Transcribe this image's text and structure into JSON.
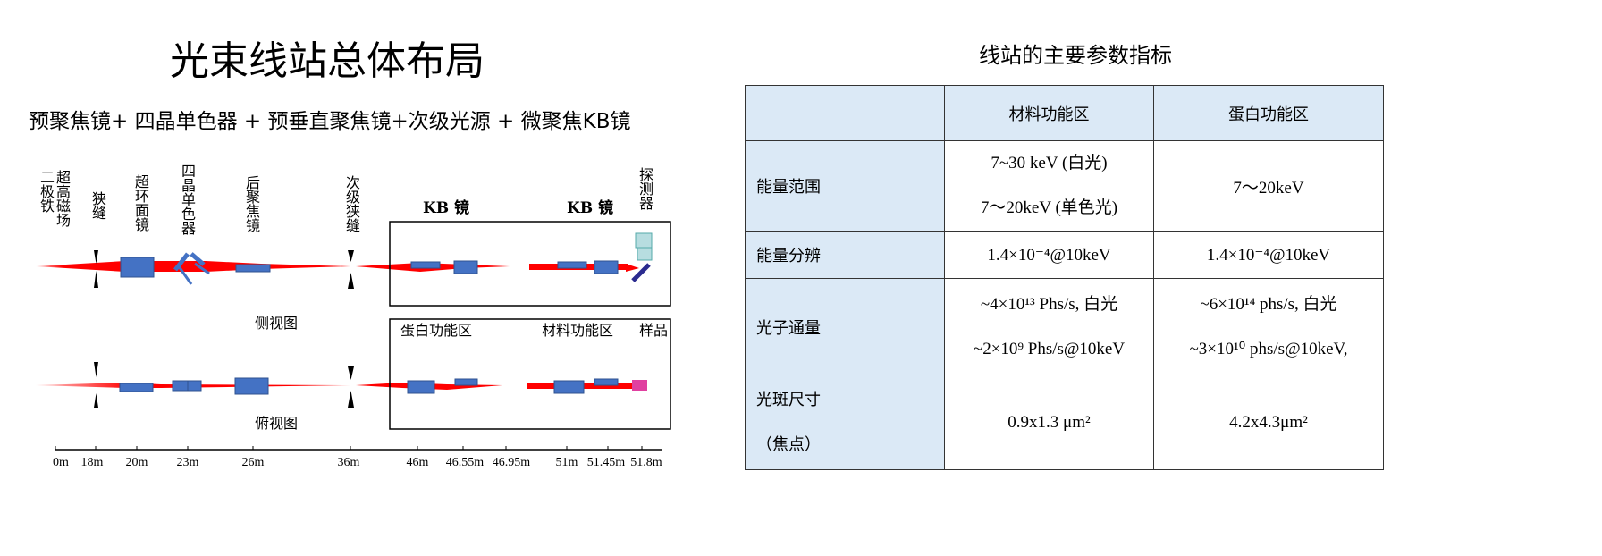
{
  "left": {
    "title": "光束线站总体布局",
    "subtitle": "预聚焦镜+ 四晶单色器 + 预垂直聚焦镜+次级光源 + 微聚焦KB镜",
    "labels": {
      "dipole_1": "超高磁场",
      "dipole_2": "二极铁",
      "slit": "狭缝",
      "toroidal": "超环面镜",
      "mono": "四晶单色器",
      "post_focus": "后聚焦镜",
      "secondary_slit": "次级狭缝",
      "kb1": "KB 镜",
      "kb2": "KB 镜",
      "detector": "探测器",
      "side_view": "侧视图",
      "top_view": "俯视图",
      "protein_zone": "蛋白功能区",
      "material_zone": "材料功能区",
      "sample": "样品"
    },
    "axis_ticks": [
      "0m",
      "18m",
      "20m",
      "23m",
      "26m",
      "36m",
      "46m",
      "46.55m",
      "46.95m",
      "51m",
      "51.45m",
      "51.8m"
    ],
    "colors": {
      "beam": "#ff0000",
      "optic": "#4472c4"
    }
  },
  "right": {
    "title": "线站的主要参数指标",
    "columns": [
      "",
      "材料功能区",
      "蛋白功能区"
    ],
    "rows": [
      {
        "label": "能量范围",
        "material": [
          "7~30 keV (白光)",
          "7～20keV (单色光)"
        ],
        "protein": [
          "7～20keV"
        ]
      },
      {
        "label": "能量分辨",
        "material": [
          "1.4×10⁻⁴@10keV"
        ],
        "protein": [
          "1.4×10⁻⁴@10keV"
        ]
      },
      {
        "label": "光子通量",
        "material": [
          "~4×10¹³ Phs/s,  白光",
          "~2×10⁹ Phs/s@10keV"
        ],
        "protein": [
          "~6×10¹⁴ phs/s,  白光",
          "~3×10¹⁰ phs/s@10keV,"
        ]
      },
      {
        "label": "光斑尺寸",
        "label2": "（焦点）",
        "material": [
          "0.9x1.3 μm²"
        ],
        "protein": [
          "4.2x4.3μm²"
        ]
      }
    ]
  }
}
